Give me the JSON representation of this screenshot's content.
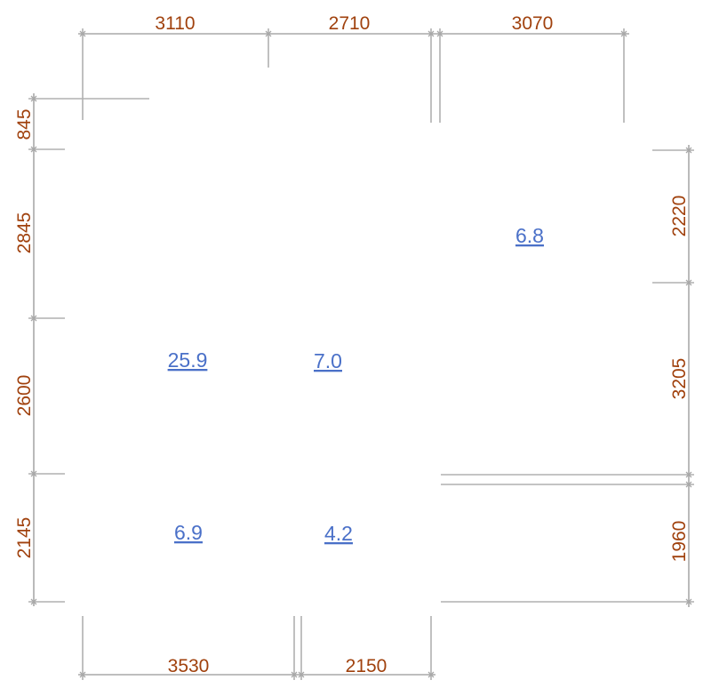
{
  "colors": {
    "dimension_text": "#a0410d",
    "area_text": "#4a70c8",
    "lines": "#a8a8a8"
  },
  "dimensions": {
    "top": [
      "3110",
      "2710",
      "3070"
    ],
    "bottom": [
      "3530",
      "2150"
    ],
    "left": [
      "845",
      "2845",
      "2600",
      "2145"
    ],
    "right": [
      "2220",
      "3205",
      "1960"
    ]
  },
  "areas": [
    "25.9",
    "7.0",
    "6.8",
    "6.9",
    "4.2"
  ]
}
